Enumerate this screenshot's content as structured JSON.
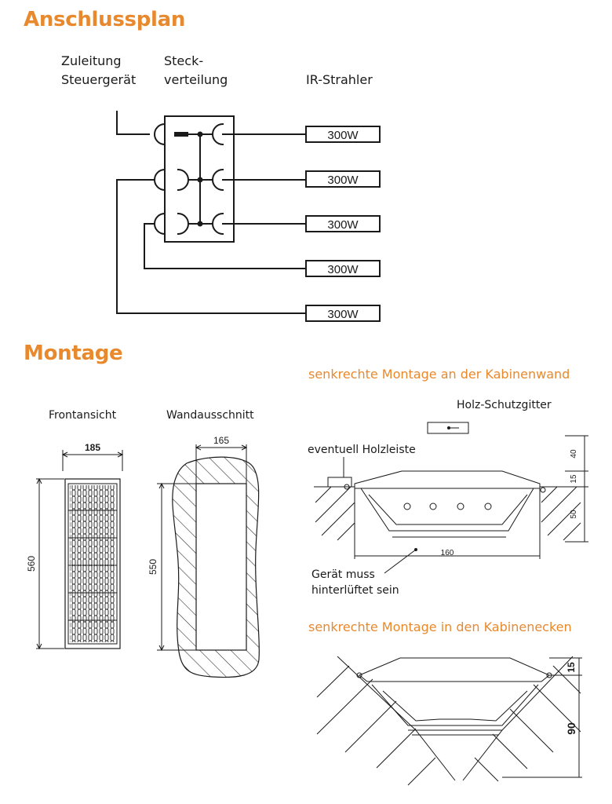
{
  "colors": {
    "heading": "#e8892e",
    "line": "#1a1a1a",
    "hatch": "#333333"
  },
  "anschlussplan": {
    "title": "Anschlussplan",
    "col_zuleitung": [
      "Zuleitung",
      "Steuergerät"
    ],
    "col_steck": [
      "Steck-",
      "verteilung"
    ],
    "col_strahler": "IR-Strahler",
    "heater_labels": [
      "300W",
      "300W",
      "300W",
      "300W",
      "300W"
    ]
  },
  "montage": {
    "title": "Montage",
    "front_title": "Frontansicht",
    "front_width": "185",
    "front_height": "560",
    "wall_title": "Wandausschnitt",
    "wall_width": "165",
    "wall_height": "550",
    "vertical_title": "senkrechte Montage an der Kabinenwand",
    "label_gitter": "Holz-Schutzgitter",
    "label_leiste": "eventuell Holzleiste",
    "label_luft": [
      "Gerät muss",
      "hinterlüftet sein"
    ],
    "dim_40": "40",
    "dim_15": "15",
    "dim_50": "50",
    "dim_160": "160",
    "corner_title": "senkrechte Montage in den Kabinenecken",
    "corner_dim_15": "15",
    "corner_dim_90": "90"
  }
}
